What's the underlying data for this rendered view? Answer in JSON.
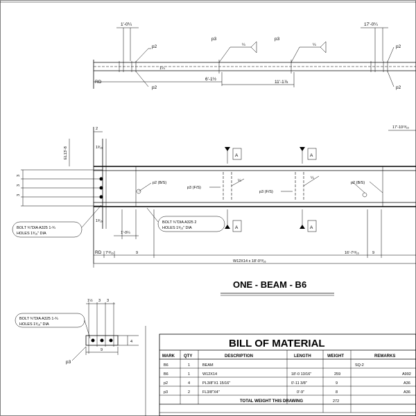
{
  "top_view": {
    "dim_left": "1'-0¼",
    "dim_right": "17'-0¼",
    "p2_tl": "p2",
    "p2_bl": "p2",
    "p2_tr": "p2",
    "p2_br": "p2",
    "p3_a": "p3",
    "p3_b": "p3",
    "weld_a": "¼",
    "weld_b": "¼",
    "dim_mid_a": "6'-1½",
    "dim_mid_b": "11'-1⅞",
    "rd": "RD",
    "dim_vert": "1¼"
  },
  "side_view": {
    "dim_top_small": "2",
    "dim_top_right": "17'-10¹³⁄₁₆",
    "elev": "EL13'-8",
    "left_dims": [
      "3",
      "3",
      "3"
    ],
    "dim_1_3_16_top": "1³⁄₁₆",
    "dim_1_3_16_bot": "1³⁄₁₆",
    "section_a": "A",
    "p2_bs_left": "p2 (B/S)",
    "p3_fs_left": "p3 (F/S)",
    "p3_fs_right": "p3 (F/S)",
    "p2_bs_right": "p2 (B/S)",
    "weld": "¼",
    "bolt_left_line1": "BOLT ¾\"DIA A325 1-¾",
    "bolt_left_line2": "HOLES 1³⁄₁₆\" DIA",
    "bolt_mid_line1": "BOLT ¾\"DIA A325 2",
    "bolt_mid_line2": "HOLES 1³⁄₁₆\" DIA",
    "dim_1_0_4": "1'-0¼",
    "rd": "RD",
    "dim_7_13": "7¹³⁄₁₆",
    "dim_9_left": "9",
    "dim_16_7": "16'-7¹³⁄₁₆",
    "dim_9_right": "9",
    "overall": "W12X14 x 18'-0¹³⁄₁₆"
  },
  "title": "ONE - BEAM - B6",
  "detail": {
    "bolt_line1": "BOLT ¾\"DIA A325 1-¾",
    "bolt_line2": "HOLES 1³⁄₁₆\" DIA",
    "dims_top": [
      "1½",
      "3",
      "3"
    ],
    "dim_right": "4",
    "dim_bottom": "9",
    "p3": "p3"
  },
  "bom": {
    "title": "BILL OF MATERIAL",
    "headers": [
      "MARK",
      "QTY",
      "DESCRIPTION",
      "LENGTH",
      "WEIGHT",
      "REMARKS"
    ],
    "rows": [
      [
        "B6",
        "1",
        "BEAM",
        "",
        "",
        "SQ-2"
      ],
      [
        "B6",
        "1",
        "W12X14",
        "18'-0 13/16\"",
        "259",
        "A992"
      ],
      [
        "p2",
        "4",
        "PL3/8\"X1 15/16\"",
        "0'-11 3/8\"",
        "9",
        "A36"
      ],
      [
        "p3",
        "2",
        "FL3/8\"X4\"",
        "0'-9\"",
        "8",
        "A36"
      ]
    ],
    "total_label": "TOTAL WEIGHT THIS DRAWING",
    "total_value": "272"
  }
}
